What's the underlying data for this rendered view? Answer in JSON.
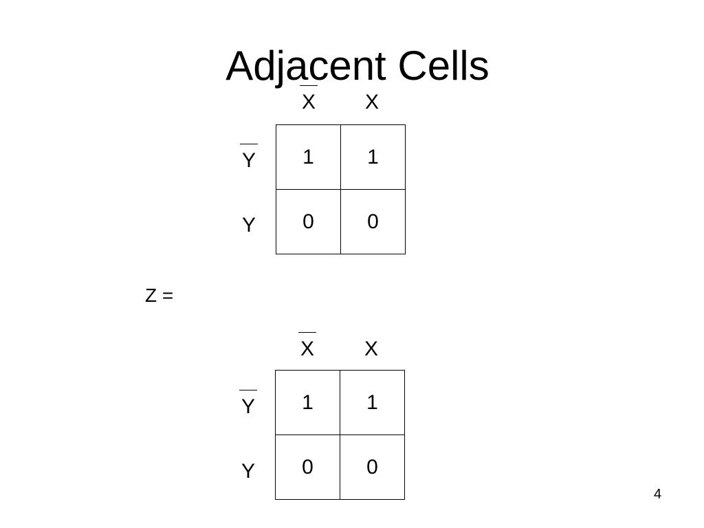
{
  "slide": {
    "title": "Adjacent Cells",
    "equation_label": "Z  =",
    "page_number": "4"
  },
  "map1": {
    "col_labels": [
      {
        "text": "X",
        "overline": true
      },
      {
        "text": "X",
        "overline": false
      }
    ],
    "row_labels": [
      {
        "text": "Y",
        "overline": true
      },
      {
        "text": "Y",
        "overline": false
      }
    ],
    "cells": [
      [
        "1",
        "1"
      ],
      [
        "0",
        "0"
      ]
    ]
  },
  "map2": {
    "col_labels": [
      {
        "text": "X",
        "overline": true
      },
      {
        "text": "X",
        "overline": false
      }
    ],
    "row_labels": [
      {
        "text": "Y",
        "overline": true
      },
      {
        "text": "Y",
        "overline": false
      }
    ],
    "cells": [
      [
        "1",
        "1"
      ],
      [
        "0",
        "0"
      ]
    ]
  }
}
